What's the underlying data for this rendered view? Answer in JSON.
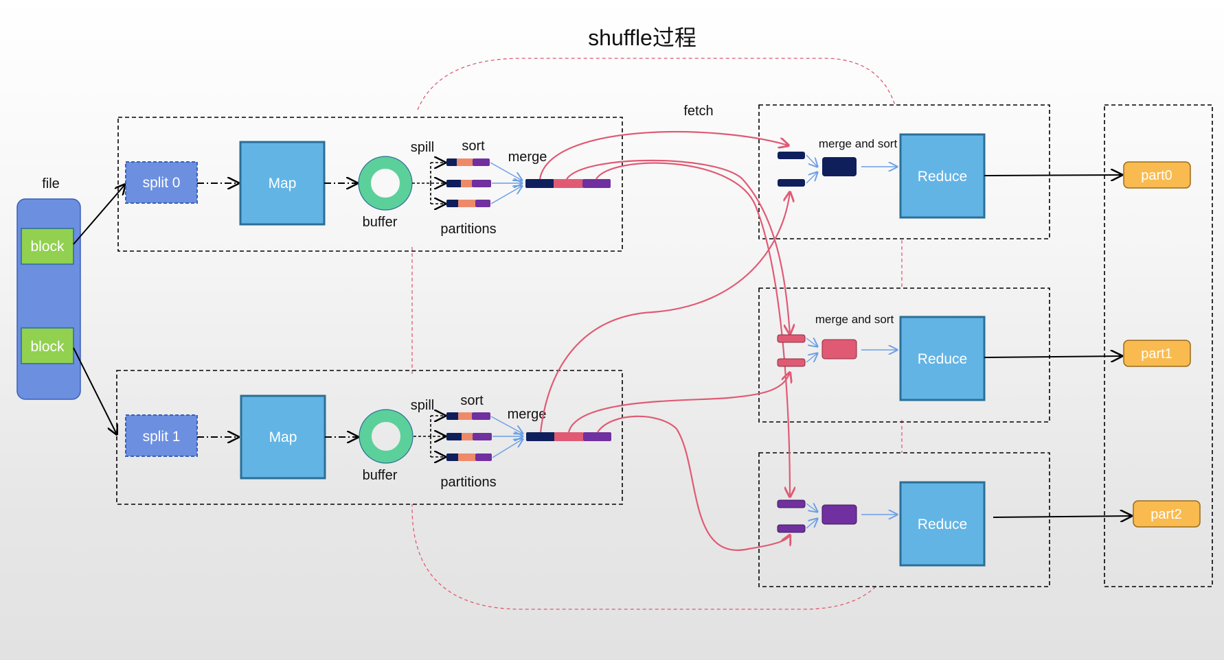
{
  "title": "shuffle过程",
  "file_label": "file",
  "block_label": "block",
  "fetch_label": "fetch",
  "maps": [
    {
      "split": "split 0",
      "map": "Map",
      "buffer": "buffer",
      "spill": "spill",
      "sort": "sort",
      "merge": "merge",
      "partitions": "partitions"
    },
    {
      "split": "split 1",
      "map": "Map",
      "buffer": "buffer",
      "spill": "spill",
      "sort": "sort",
      "merge": "merge",
      "partitions": "partitions"
    }
  ],
  "reducers": [
    {
      "merge_sort": "merge and sort",
      "label": "Reduce",
      "output": "part0"
    },
    {
      "merge_sort": "merge and sort",
      "label": "Reduce",
      "output": "part1"
    },
    {
      "merge_sort": "",
      "label": "Reduce",
      "output": "part2"
    }
  ],
  "colors": {
    "navy": "#0f1f5c",
    "pink": "#e05a74",
    "purple": "#7030a0",
    "salmon": "#ee8a6a",
    "blue_box": "#62b4e5",
    "box_border": "#2a6f97",
    "split_fill": "#6c8fe0",
    "block_green": "#92d050",
    "file_blue": "#6c8fe0",
    "buffer_green": "#5cd09a",
    "part_orange": "#f9bb4f",
    "fetch_red": "#e05a74",
    "arrow_blue": "#6a9ee6"
  }
}
